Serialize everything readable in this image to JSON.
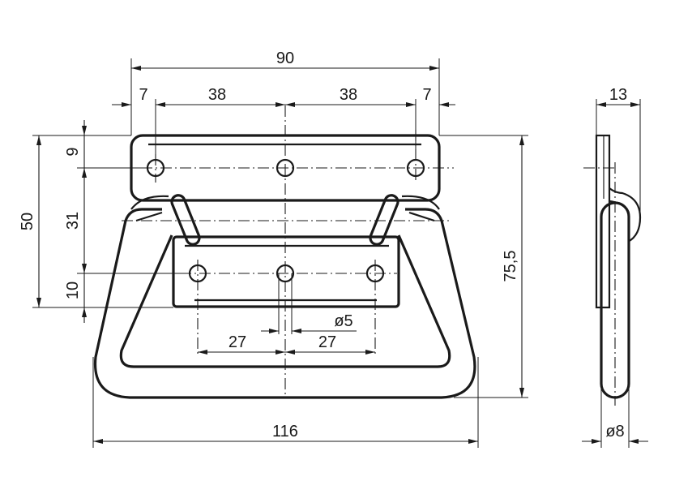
{
  "dimensions": {
    "overall_plate_width": "90",
    "left_margin": "7",
    "hole_pitch_left": "38",
    "hole_pitch_right": "38",
    "right_margin": "7",
    "plate_height": "50",
    "top_hole_offset": "9",
    "hole_row_spacing": "31",
    "bottom_hole_offset": "10",
    "hole_diameter": "ø5",
    "lower_pitch_left": "27",
    "lower_pitch_right": "27",
    "overall_handle_width": "116",
    "overall_height": "75,5",
    "side_depth": "13",
    "rod_diameter": "ø8"
  },
  "colors": {
    "line": "#1a1a1a",
    "background": "#ffffff"
  }
}
